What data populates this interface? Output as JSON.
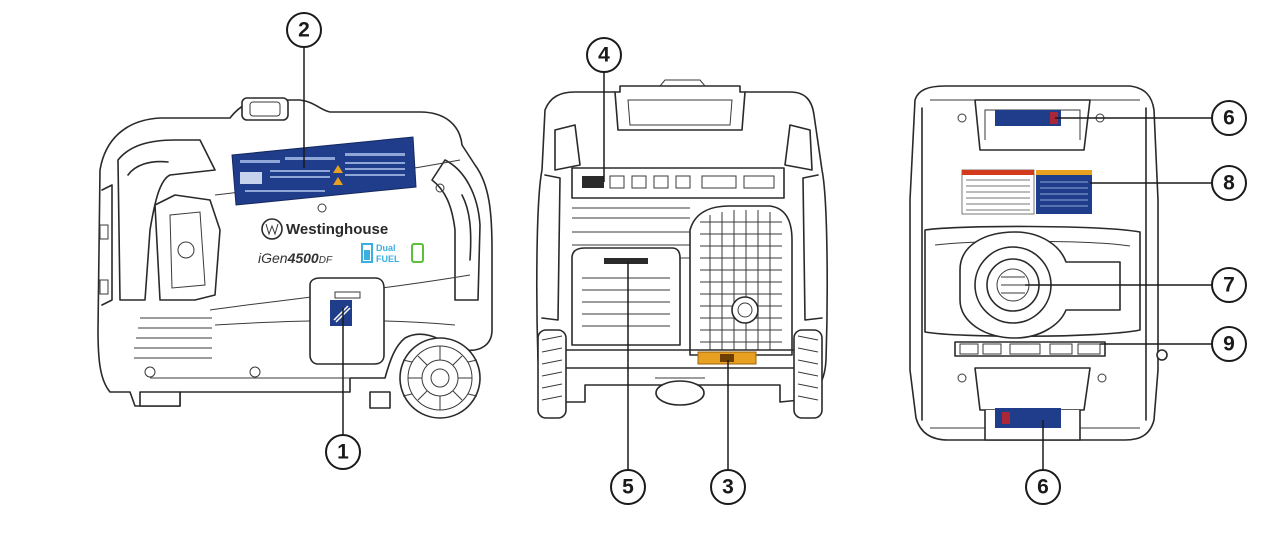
{
  "diagram": {
    "brand_name": "Westinghouse",
    "model_prefix": "iGen",
    "model_number": "4500",
    "model_suffix": "DF",
    "fuel_badge_line1": "Dual",
    "fuel_badge_line2": "FUEL",
    "callouts": [
      {
        "number": "1"
      },
      {
        "number": "2"
      },
      {
        "number": "3"
      },
      {
        "number": "4"
      },
      {
        "number": "5"
      },
      {
        "number": "6"
      },
      {
        "number": "6"
      },
      {
        "number": "7"
      },
      {
        "number": "8"
      },
      {
        "number": "9"
      }
    ],
    "colors": {
      "decal_blue": "#1f3d8a",
      "warning_orange": "#e8a020",
      "outline": "#2a2a2a",
      "fuel_blue": "#3bb0e0",
      "fuel_green": "#5cbf3a"
    }
  }
}
